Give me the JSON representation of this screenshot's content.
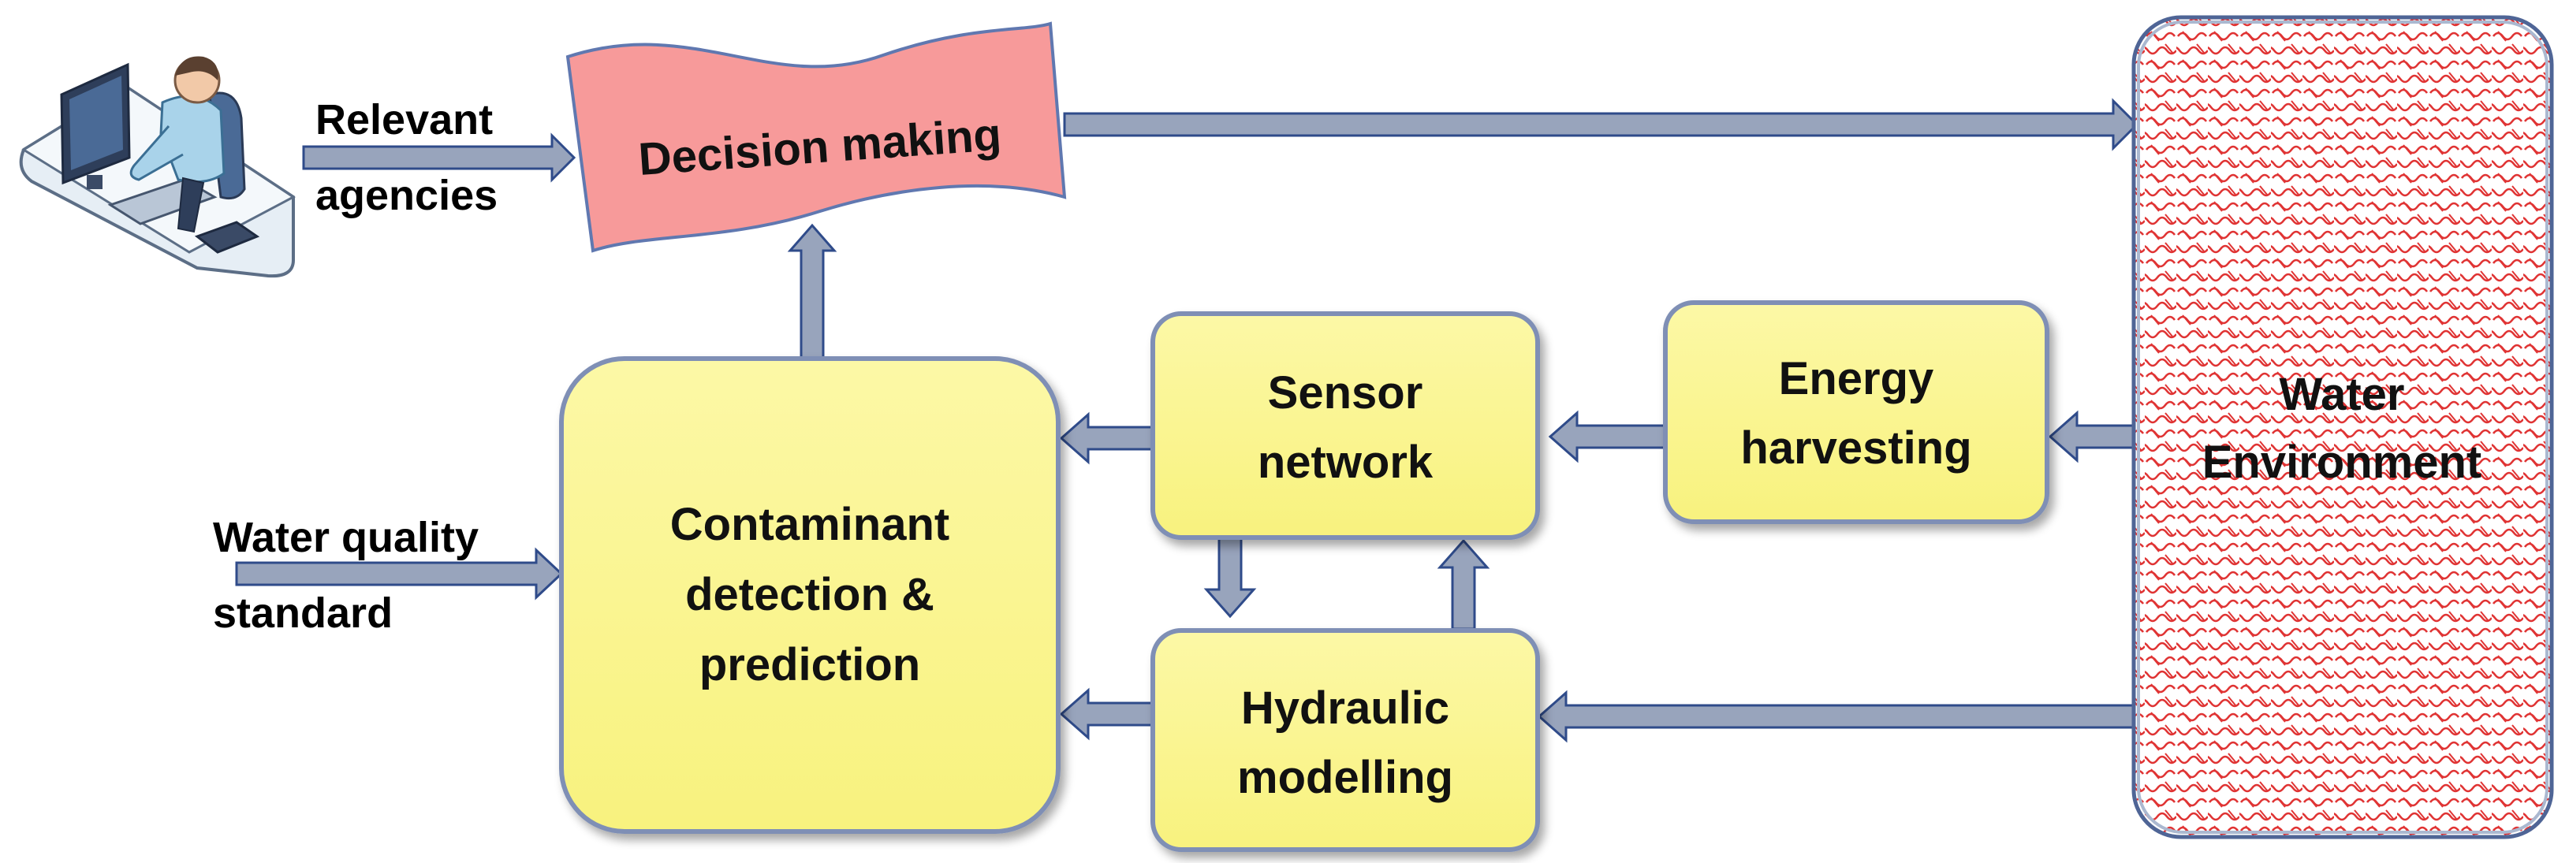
{
  "diagram": {
    "nodes": {
      "decision_making": {
        "lines": [
          "Decision making"
        ]
      },
      "water_environment": {
        "lines": [
          "Water",
          "Environment"
        ]
      },
      "contaminant_detection": {
        "lines": [
          "Contaminant",
          "detection &",
          "prediction"
        ]
      },
      "sensor_network": {
        "lines": [
          "Sensor",
          "network"
        ]
      },
      "energy_harvesting": {
        "lines": [
          "Energy",
          "harvesting"
        ]
      },
      "hydraulic_modelling": {
        "lines": [
          "Hydraulic",
          "modelling"
        ]
      }
    },
    "labels": {
      "relevant_agencies": {
        "lines": [
          "Relevant",
          "agencies"
        ]
      },
      "water_quality_standard": {
        "lines": [
          "Water quality",
          "standard"
        ]
      }
    },
    "icons": {
      "agency_worker": "person-at-computer-desk-icon"
    }
  },
  "colors": {
    "box_fill": "#FAF58A",
    "box_stroke": "#7F8FB5",
    "box_shadow": "#8E9BB8",
    "decision_fill": "#F79A9A",
    "decision_stroke": "#6078B0",
    "water_pattern": "#E03434",
    "water_stroke": "#4F6596",
    "arrow_fill": "#98A4BC",
    "arrow_stroke": "#2F4B8A"
  }
}
